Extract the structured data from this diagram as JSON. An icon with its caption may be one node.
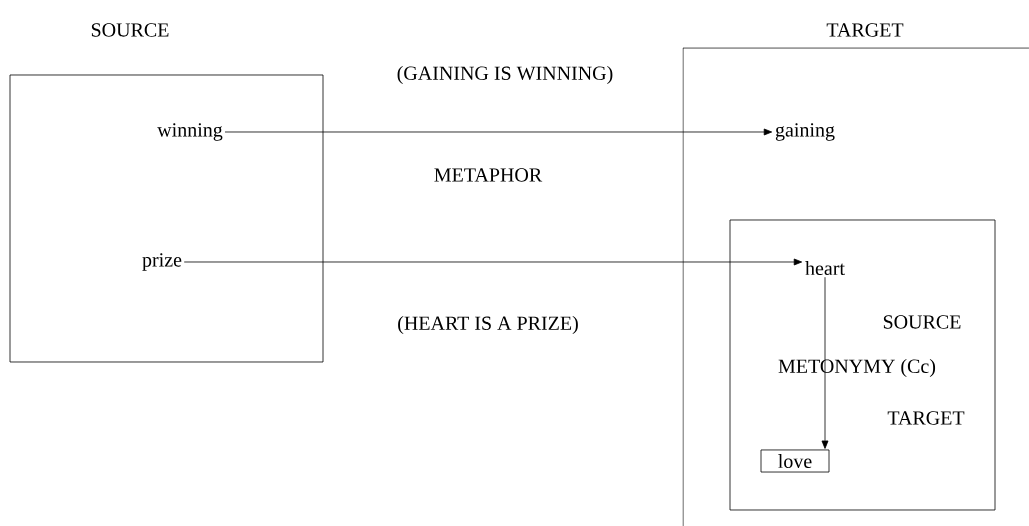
{
  "diagram": {
    "nodes": [
      {
        "text": [
          "SOURCE"
        ]
      },
      {
        "text": [
          "winning"
        ],
        "in": 0
      },
      {
        "text": [
          "prize"
        ],
        "in": 0
      },
      {
        "text": [
          "TARGET"
        ]
      },
      {
        "text": [
          "gaining"
        ],
        "in": 3
      },
      {
        "text": [
          "SOURCE",
          "METONYMY (Cc)",
          "TARGET"
        ],
        "in": 3
      },
      {
        "text": [
          "heart"
        ],
        "in": 5
      },
      {
        "text": [
          "love"
        ],
        "in": 5
      }
    ],
    "edges": [
      {
        "from": 1,
        "to": 4,
        "arrow": "to"
      },
      {
        "from": 2,
        "to": 6,
        "arrow": "to"
      },
      {
        "from": 6,
        "to": 7,
        "arrow": "to"
      }
    ],
    "labels": [
      "(GAINING IS WINNING)",
      "METAPHOR",
      "(HEART IS A PRIZE)"
    ]
  }
}
